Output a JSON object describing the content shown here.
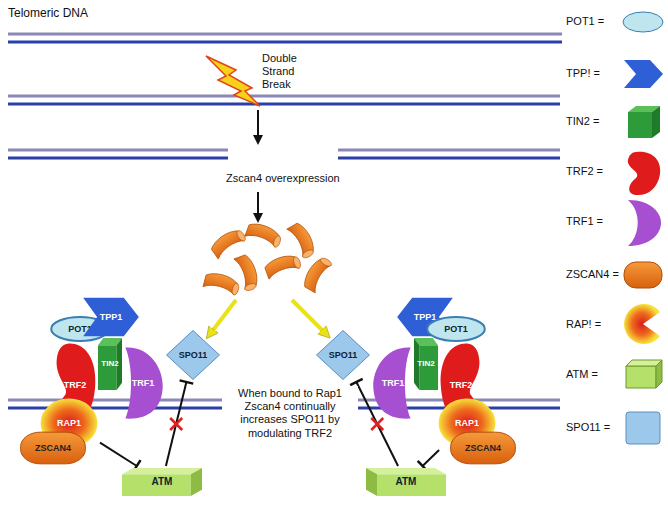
{
  "diagram": {
    "nodes": [
      {
        "text": [
          "POT1"
        ]
      },
      {
        "text": [
          "TPP1"
        ]
      },
      {
        "text": [
          "TIN2"
        ]
      },
      {
        "text": [
          "TRF2"
        ]
      },
      {
        "text": [
          "TRF1"
        ]
      },
      {
        "text": [
          "RAP1"
        ]
      },
      {
        "text": [
          "ZSCAN4"
        ]
      },
      {
        "text": [
          "SPO11"
        ]
      },
      {
        "text": [
          "ATM"
        ]
      },
      {
        "text": [
          "SPO11"
        ]
      },
      {
        "text": [
          "TRF1"
        ]
      },
      {
        "text": [
          "TIN2"
        ]
      },
      {
        "text": [
          "TRF2"
        ]
      },
      {
        "text": [
          "TPP1"
        ]
      },
      {
        "text": [
          "POT1"
        ]
      },
      {
        "text": [
          "RAP1"
        ]
      },
      {
        "text": [
          "ZSCAN4"
        ]
      },
      {
        "text": [
          "ATM"
        ]
      }
    ],
    "edges": [
      {
        "from": 5,
        "to": 8,
        "arrow": "to"
      },
      {
        "from": 8,
        "to": 7,
        "arrow": "to"
      },
      {
        "from": 15,
        "to": 17,
        "arrow": "to"
      },
      {
        "from": 17,
        "to": 9,
        "arrow": "to"
      }
    ],
    "labels": [
      "Telomeric DNA",
      "Double Strand Break",
      "Zscan4 overexpression",
      "When bound to Rap1 Zscan4 continually increases SPO11 by modulating TRF2"
    ],
    "legend": [
      {
        "text": "POT1 ="
      },
      {
        "text": "TPP! ="
      },
      {
        "text": "TIN2 ="
      },
      {
        "text": "TRF2 ="
      },
      {
        "text": "TRF1 ="
      },
      {
        "text": "ZSCAN4 ="
      },
      {
        "text": "RAP! ="
      },
      {
        "text": "ATM ="
      },
      {
        "text": "SPO11 ="
      }
    ]
  }
}
